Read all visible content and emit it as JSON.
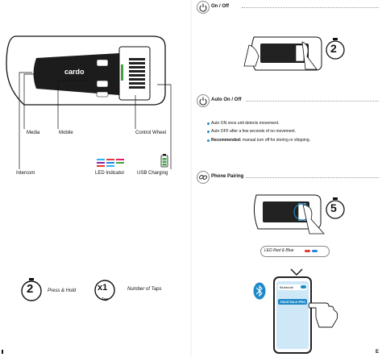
{
  "device_labels": {
    "media": "Media",
    "mobile": "Mobile",
    "control_wheel": "Control Wheel",
    "intercom": "Intercom",
    "led_indicator": "LED Indicator",
    "usb_charging": "USB Charging",
    "brand": "cardo"
  },
  "legend": {
    "press_hold": "Press & Hold",
    "press_hold_seconds": "2",
    "number_of_taps": "Number of Taps",
    "taps_symbol": "x1",
    "tap": "Tap"
  },
  "sections": {
    "on_off": {
      "title": "On / Off",
      "seconds": "2"
    },
    "auto_on_off": {
      "title": "Auto On / Off",
      "bullets": [
        {
          "bold": "",
          "text": "Auto ON once unit detects movement."
        },
        {
          "bold": "",
          "text": "Auto OFF after a few seconds of no movement."
        },
        {
          "bold": "Recommended:",
          "text": " manual turn off for storing or shipping."
        }
      ]
    },
    "phone_pairing": {
      "title": "Phone Pairing",
      "seconds": "5",
      "led_label": "LED Red & Blue",
      "phone_row_label": "Bluetooth",
      "phone_device": "PACKTALK PRO"
    }
  },
  "colors": {
    "accent_blue": "#1e88c8",
    "led_red": "#e53935",
    "led_blue": "#1e88e5",
    "led_green": "#43a047",
    "led_pink": "#e91e63",
    "led_purple": "#8e24aa",
    "led_cyan": "#29b6f6",
    "phone_screen": "#cfe8f8"
  },
  "icons": [
    "power-icon",
    "power-icon",
    "link-icon",
    "stopwatch-icon",
    "bluetooth-icon",
    "hand-icon",
    "battery-icon",
    "checkmark-icon"
  ],
  "page_number": "E"
}
